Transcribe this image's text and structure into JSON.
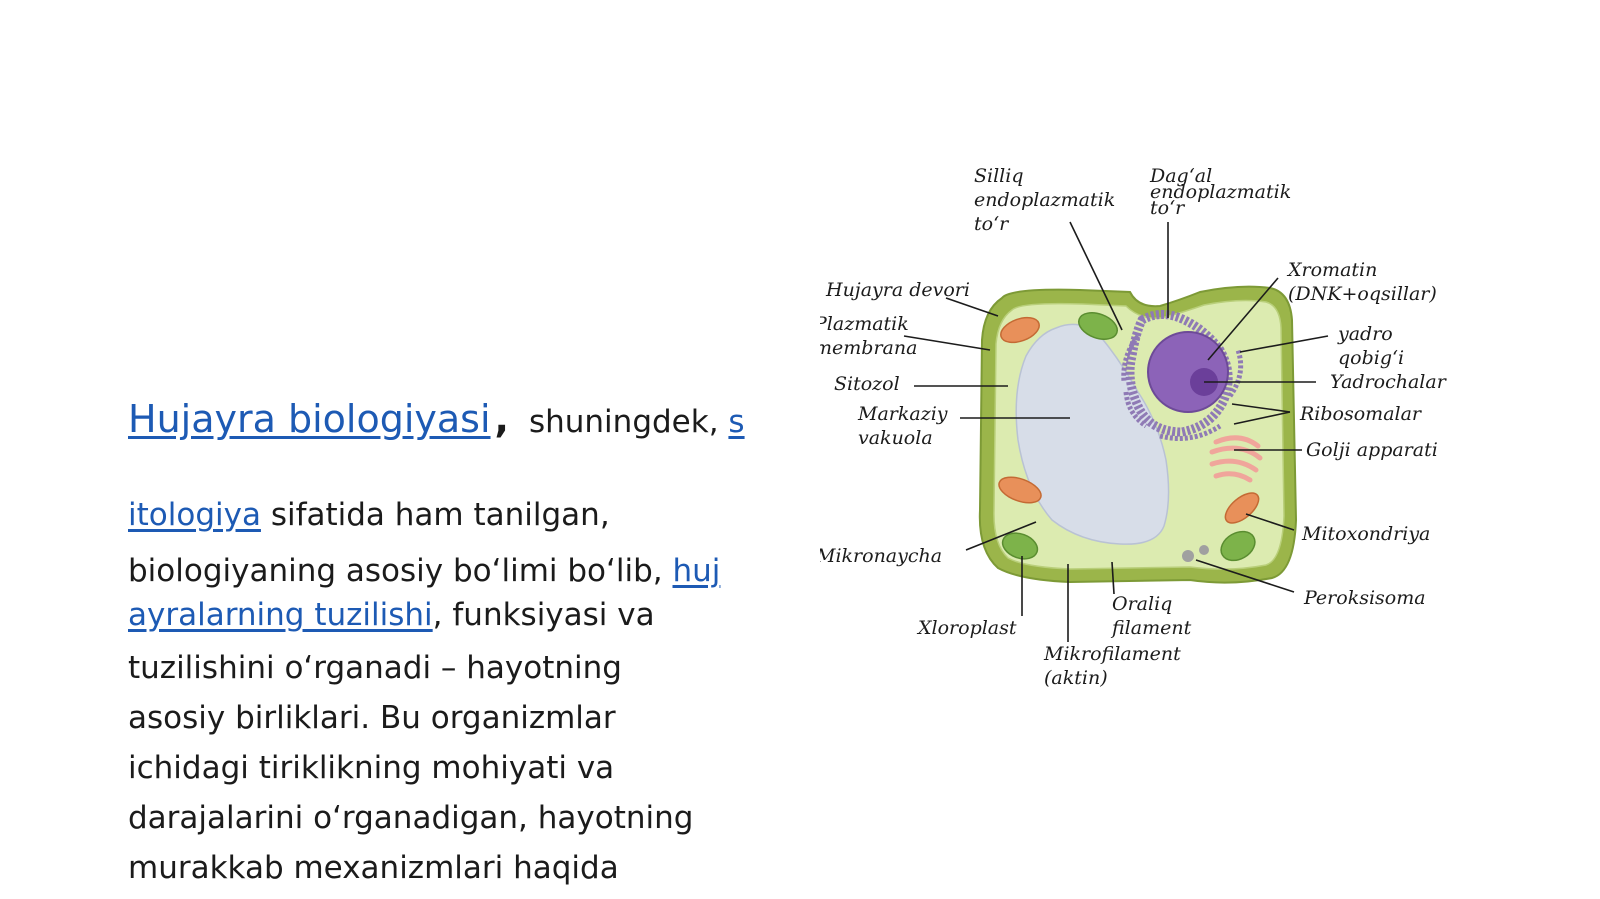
{
  "text": {
    "link_title": "Hujayra biologiyasi",
    "comma": ",",
    "line1_rest": "shuningdek,",
    "link_s": "s",
    "link_itologiya": "itologiya",
    "line2_rest": "sifatida ham tanilgan,",
    "line3_pre": "biologiyaning asosiy bo‘limi bo‘lib,",
    "link_huj": "huj",
    "link_ayralarning": "ayralarning tuzilishi",
    "line4_rest": ", funksiyasi va",
    "line5": "tuzilishini o‘rganadi – hayotning",
    "line6": "asosiy birliklari. Bu organizmlar",
    "line7": "ichidagi tiriklikning mohiyati va",
    "line8": "darajalarini o‘rganadigan, hayotning",
    "line9": "murakkab mexanizmlari haqida"
  },
  "diagram": {
    "labels": {
      "silliq_1": "Silliq",
      "silliq_2": "endoplazmatik",
      "silliq_3": "to‘r",
      "dagal_1": "Dag‘al",
      "dagal_2": "endoplazmatik",
      "dagal_3": "to‘r",
      "devor": "Hujayra devori",
      "xromatin_1": "Xromatin",
      "xromatin_2": "(DNK+oqsillar)",
      "plazmatik_1": "Plazmatik",
      "plazmatik_2": "membrana",
      "yadro_1": "yadro",
      "yadro_2": "qobig‘i",
      "sitozol": "Sitozol",
      "yadrochalar": "Yadrochalar",
      "vakuola_1": "Markaziy",
      "vakuola_2": "vakuola",
      "ribosomalar": "Ribosomalar",
      "golji": "Golji apparati",
      "mikronaycha": "Mikronaycha",
      "mitoxondriya": "Mitoxondriya",
      "peroksisoma": "Peroksisoma",
      "oraliq_1": "Oraliq",
      "oraliq_2": "filament",
      "xloroplast": "Xloroplast",
      "mikrofilament_1": "Mikrofilament",
      "mikrofilament_2": "(aktin)"
    },
    "colors": {
      "cell_wall": "#9bb54a",
      "cytoplasm": "#dcebb0",
      "vacuole": "#d7dde8",
      "nucleus": "#8c63b8",
      "nucleolus": "#6b3f9a",
      "er": "#8f7ab5",
      "chloroplast": "#7db34a",
      "mitochondria": "#e8905a",
      "golgi": "#f0a59b",
      "link": "#1d5ab4"
    }
  }
}
